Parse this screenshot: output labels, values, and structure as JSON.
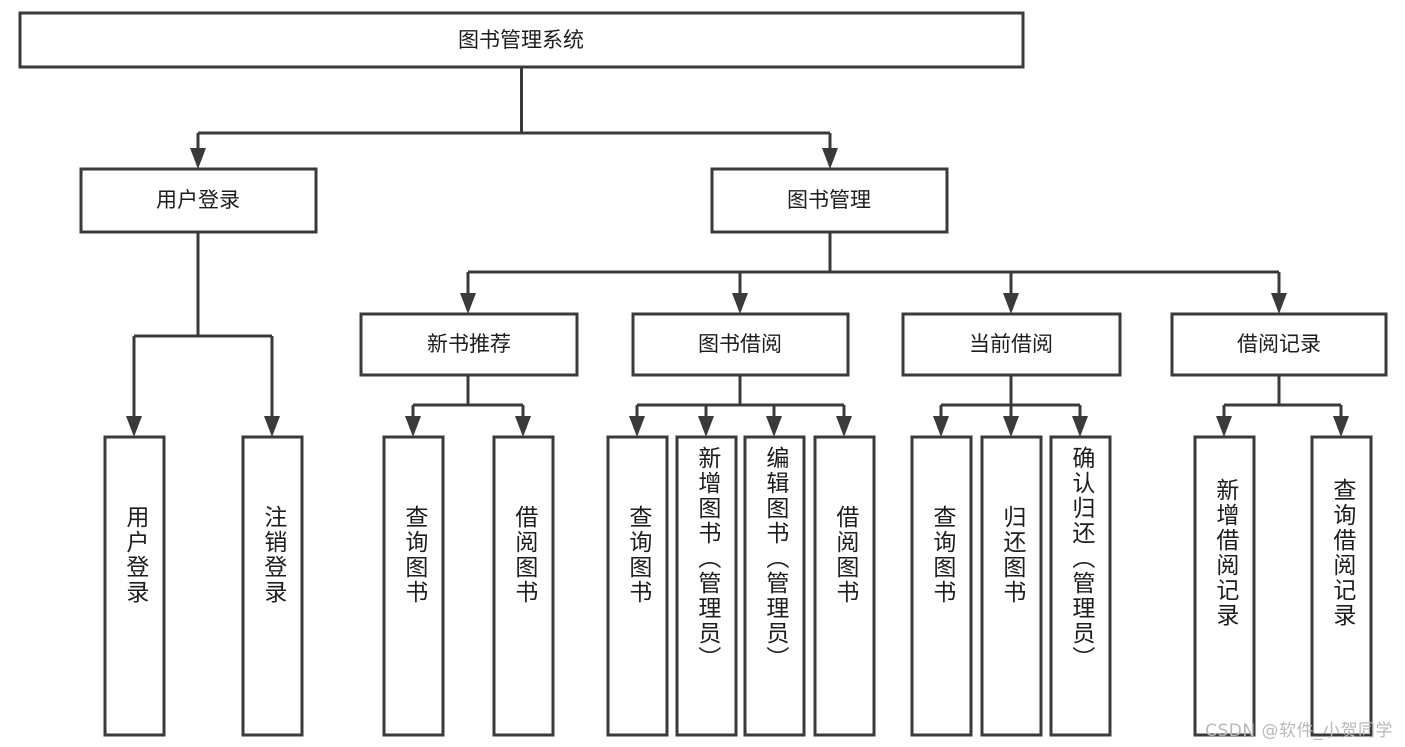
{
  "diagram": {
    "title": "图书管理系统",
    "watermark": "CSDN @软件_小贺同学",
    "colors": {
      "stroke": "#3a3a3a",
      "box_fill": "#ffffff",
      "text": "#1d1d1d",
      "background": "#ffffff",
      "watermark": "#b9b9b9"
    },
    "root": {
      "label": "图书管理系统"
    },
    "level2": [
      {
        "label": "用户登录"
      },
      {
        "label": "图书管理"
      }
    ],
    "level3": [
      {
        "label": "新书推荐"
      },
      {
        "label": "图书借阅"
      },
      {
        "label": "当前借阅"
      },
      {
        "label": "借阅记录"
      }
    ],
    "leaves": {
      "user_login": [
        {
          "label": "用户登录"
        },
        {
          "label": "注销登录"
        }
      ],
      "new_book_recommend": [
        {
          "label": "查询图书"
        },
        {
          "label": "借阅图书"
        }
      ],
      "book_borrow": [
        {
          "label": "查询图书"
        },
        {
          "label": "新增图书（管理员）"
        },
        {
          "label": "编辑图书（管理员）"
        },
        {
          "label": "借阅图书"
        }
      ],
      "current_borrow": [
        {
          "label": "查询图书"
        },
        {
          "label": "归还图书"
        },
        {
          "label": "确认归还（管理员）"
        }
      ],
      "borrow_record": [
        {
          "label": "新增借阅记录"
        },
        {
          "label": "查询借阅记录"
        }
      ]
    }
  }
}
